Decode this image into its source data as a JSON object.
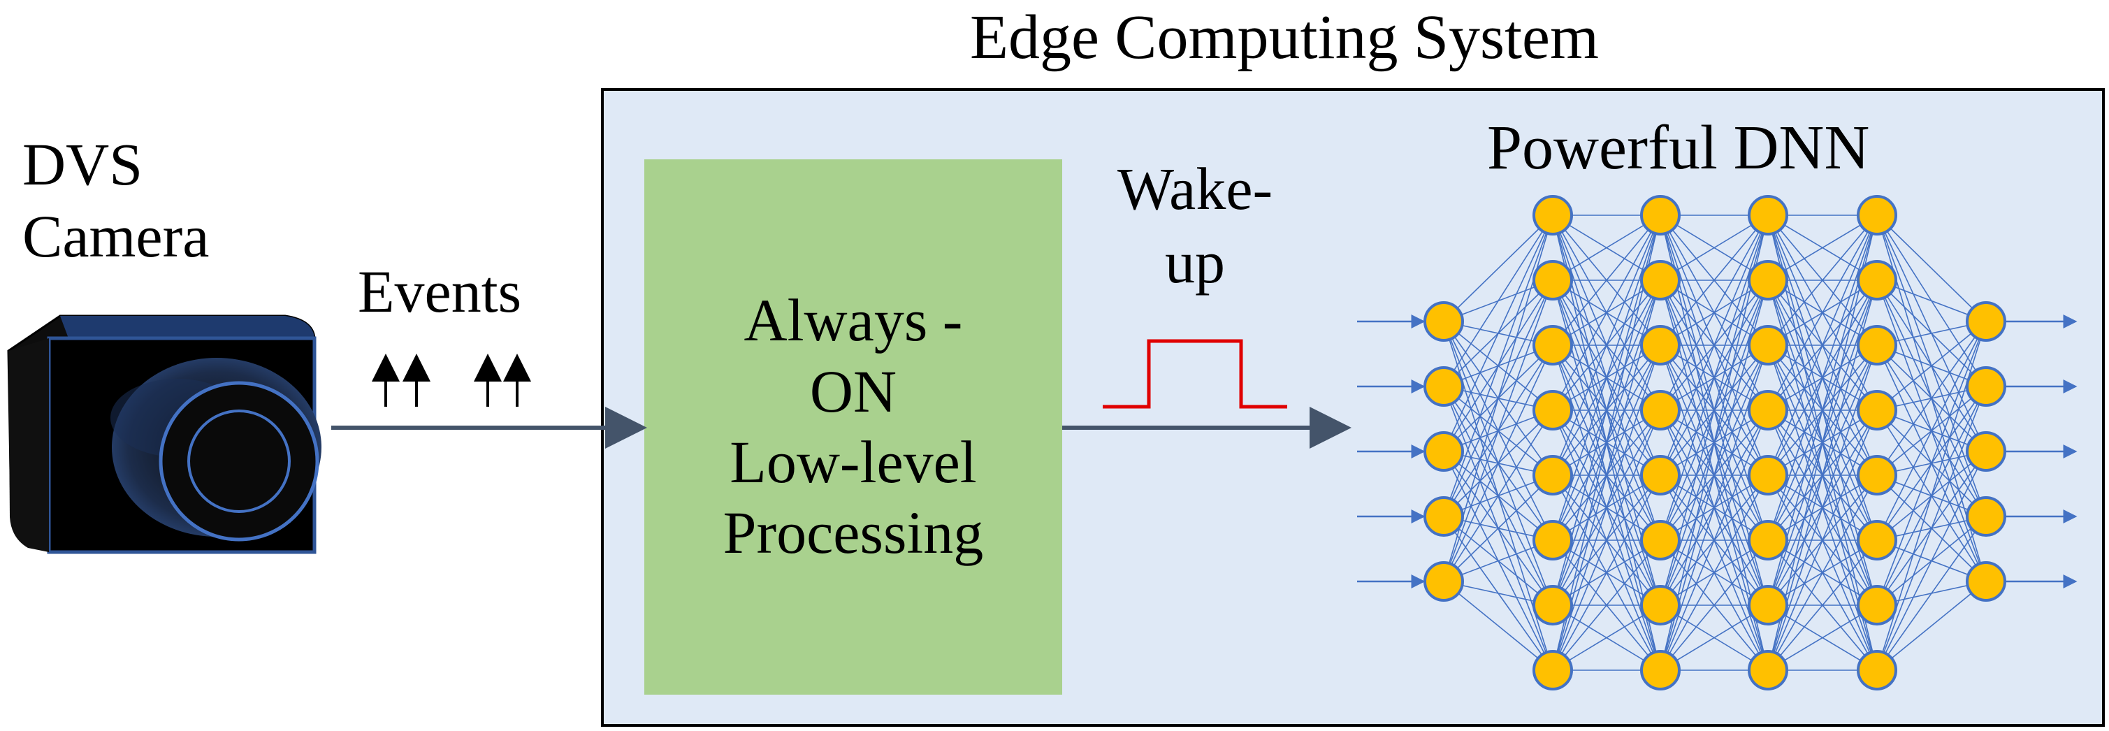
{
  "title": "Edge Computing System",
  "camera": {
    "line1": "DVS",
    "line2": "Camera"
  },
  "events_label": "Events",
  "always_on_box": {
    "lines": [
      "Always -",
      "ON",
      "Low-level",
      "Processing"
    ]
  },
  "wakeup": {
    "line1": "Wake-",
    "line2": "up"
  },
  "dnn_label": "Powerful DNN",
  "network": {
    "layer_sizes": [
      5,
      8,
      8,
      8,
      8,
      5
    ]
  },
  "colors": {
    "edge_box_fill": "#dfe9f6",
    "green_box_fill": "#a9d18e",
    "node_fill": "#ffc000",
    "node_stroke": "#4472c4",
    "edge_line": "#4472c4",
    "pulse": "#e00000",
    "arrow": "#44546a"
  }
}
